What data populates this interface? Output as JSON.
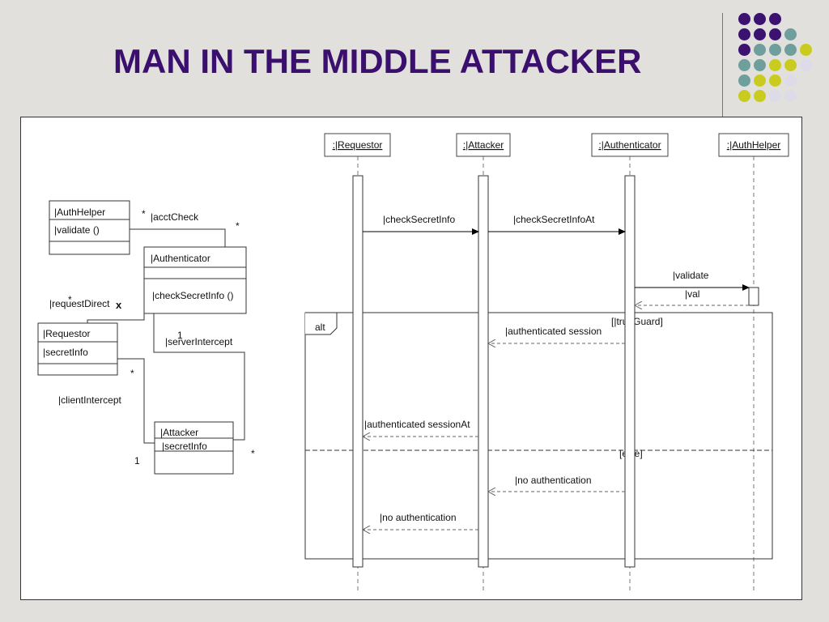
{
  "slide": {
    "title": "MAN IN THE MIDDLE ATTACKER",
    "dot_colors": [
      "#3b1270",
      "#6e9f9c",
      "#c9cc1e",
      "#dcdbe7"
    ]
  },
  "class_diagram": {
    "classes": [
      {
        "name": "|AuthHelper",
        "operation": "|validate ()"
      },
      {
        "name": "|Authenticator",
        "operation": "|checkSecretInfo ()"
      },
      {
        "name": "|Requestor",
        "attribute": "|secretInfo"
      },
      {
        "name": "|Attacker",
        "attribute": "|secretInfo"
      }
    ],
    "associations": {
      "acct_check": "|acctCheck",
      "request_direct": "|requestDirect",
      "server_intercept": "|serverIntercept",
      "client_intercept": "|clientIntercept"
    },
    "multiplicities": {
      "acct_authhelper": "*",
      "acct_authenticator": "*",
      "reqdirect_requestor": "*",
      "reqdirect_x": "x",
      "server_authenticator": "1",
      "server_attacker": "*",
      "client_requestor": "*",
      "client_attacker": "1"
    }
  },
  "sequence_diagram": {
    "lifelines": [
      ":|Requestor",
      ":|Attacker",
      ":|Authenticator",
      ":|AuthHelper"
    ],
    "messages": {
      "m1": "|checkSecretInfo",
      "m2": "|checkSecretInfoAt",
      "m3": "|validate",
      "m4": "|val",
      "m5": "|authenticated session",
      "m6": "|authenticated sessionAt",
      "m7": "|no authentication",
      "m8": "|no authentication"
    },
    "fragment": {
      "operator": "alt",
      "guard1": "[|trueGuard]",
      "guard2": "[else]"
    }
  }
}
